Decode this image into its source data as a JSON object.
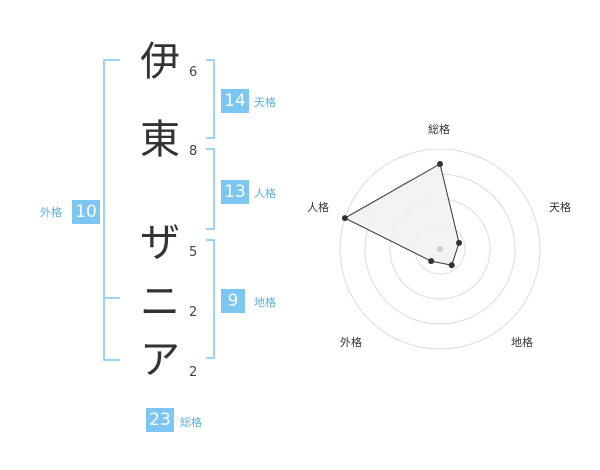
{
  "name": {
    "chars": [
      "伊",
      "東",
      "ザ",
      "ニ",
      "ア"
    ],
    "strokes": [
      "6",
      "8",
      "5",
      "2",
      "2"
    ]
  },
  "scores": {
    "tenkaku": {
      "value": "14",
      "label": "天格"
    },
    "jinkaku": {
      "value": "13",
      "label": "人格"
    },
    "chikaku": {
      "value": "9",
      "label": "地格"
    },
    "gaikaku": {
      "value": "10",
      "label": "外格"
    },
    "soukaku": {
      "value": "23",
      "label": "総格"
    }
  },
  "radar": {
    "axes": [
      "総格",
      "天格",
      "地格",
      "外格",
      "人格"
    ],
    "values": [
      0.85,
      0.2,
      0.2,
      0.15,
      1.0
    ],
    "rings": 4,
    "colors": {
      "grid": "#dddddd",
      "fill": "#f0f0f0",
      "line": "#333333",
      "center": "#cccccc"
    }
  },
  "colors": {
    "accent": "#7cc6f2",
    "bracket": "#7cc6f2"
  }
}
